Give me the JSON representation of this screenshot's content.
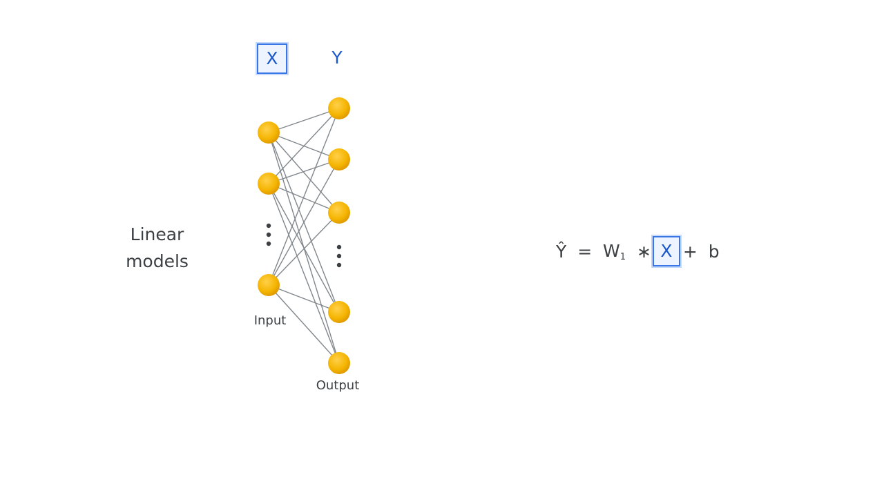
{
  "title": {
    "line1": "Linear",
    "line2": "models"
  },
  "network": {
    "input_header": "X",
    "output_header": "Y",
    "input_label": "Input",
    "output_label": "Output",
    "node_color": "#f4b400",
    "edge_color": "#80868b",
    "dots_color": "#3c4043"
  },
  "equation": {
    "y_hat": "Ŷ",
    "equals": "=",
    "weight": "W",
    "weight_sub": "1",
    "times": "∗",
    "x": "X",
    "plus": "+",
    "bias": "b"
  },
  "colors": {
    "highlight": "#1a57c9",
    "box_border": "#3a76e6"
  }
}
